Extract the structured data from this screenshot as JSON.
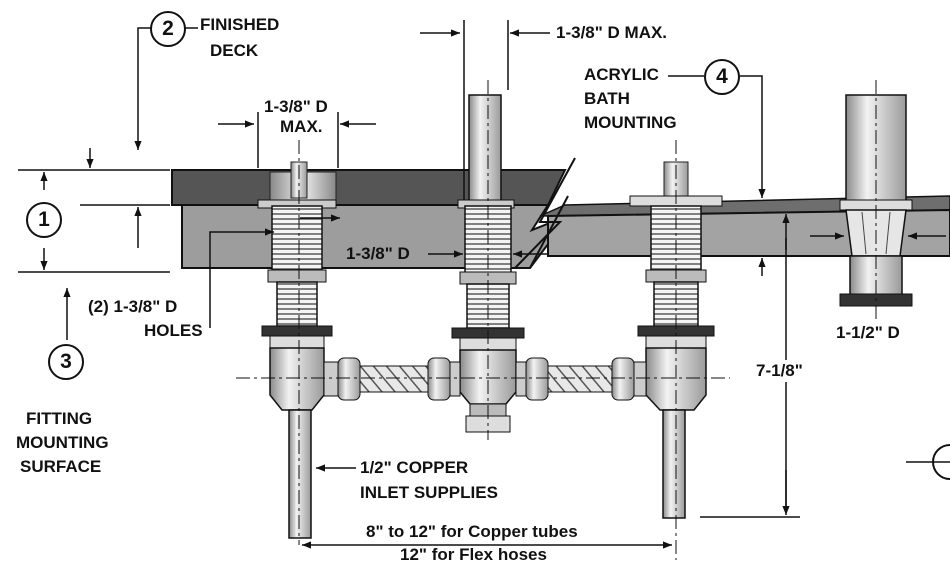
{
  "callouts": {
    "c1": "1",
    "c2": "2",
    "c3": "3",
    "c4": "4"
  },
  "labels": {
    "finished_deck_1": "FINISHED",
    "finished_deck_2": "DECK",
    "dim_top_left_1": "1-3/8\" D",
    "dim_top_left_2": "MAX.",
    "dim_top_center": "1-3/8\" D MAX.",
    "acrylic_1": "ACRYLIC",
    "acrylic_2": "BATH",
    "acrylic_3": "MOUNTING",
    "dim_mid": "1-3/8\" D",
    "holes_1": "(2) 1-3/8\" D",
    "holes_2": "HOLES",
    "fitting_1": "FITTING",
    "fitting_2": "MOUNTING",
    "fitting_3": "SURFACE",
    "copper_1": "1/2\" COPPER",
    "copper_2": "INLET SUPPLIES",
    "spread_1": "8\" to 12\" for Copper tubes",
    "spread_2": "12\" for Flex hoses",
    "height": "7-1/8\"",
    "right_dia": "1-1/2\" D"
  }
}
